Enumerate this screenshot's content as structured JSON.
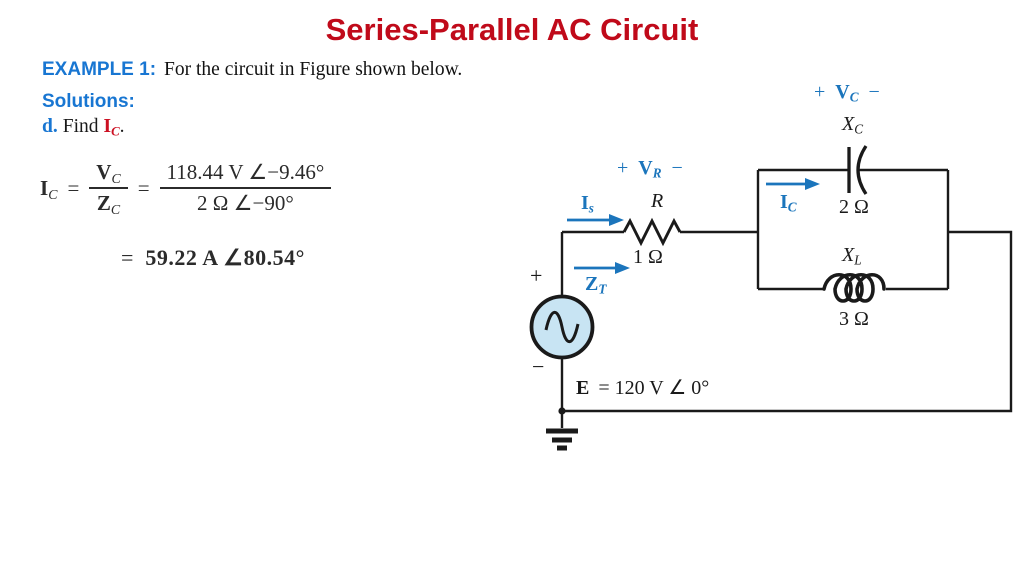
{
  "title": "Series-Parallel AC Circuit",
  "colors": {
    "title_red": "#C00A1A",
    "heading_blue": "#1876D2",
    "circuit_blue": "#1B75BC",
    "symbol_red": "#CC1022",
    "source_fill": "#C8E4F3",
    "stroke": "#1a1a1a"
  },
  "example": {
    "label": "EXAMPLE 1:",
    "text": "For the circuit in Figure shown below."
  },
  "solutions_label": "Solutions:",
  "find": {
    "item": "d.",
    "verb": "Find",
    "symbol_main": "I",
    "symbol_sub": "C",
    "period": "."
  },
  "equation": {
    "lhs_main": "I",
    "lhs_sub": "C",
    "eq1": "=",
    "frac1": {
      "num_main": "V",
      "num_sub": "C",
      "den_main": "Z",
      "den_sub": "C"
    },
    "eq2": "=",
    "frac2": {
      "num": "118.44 V ∠−9.46°",
      "den": "2 Ω ∠−90°"
    },
    "result_eq": "=",
    "result": "59.22 A ∠80.54°"
  },
  "circuit": {
    "is": {
      "main": "I",
      "sub": "s"
    },
    "zt": {
      "main": "Z",
      "sub": "T"
    },
    "vr": {
      "plus": "+",
      "main": "V",
      "sub": "R",
      "minus": "−"
    },
    "r": {
      "name": "R",
      "value": "1 Ω"
    },
    "source": {
      "plus": "+",
      "minus": "−",
      "e_main": "E",
      "e_value": "= 120 V ∠ 0°"
    },
    "vc": {
      "plus": "+",
      "main": "V",
      "sub": "C",
      "minus": "−"
    },
    "xc": {
      "main": "X",
      "sub": "C",
      "value": "2 Ω"
    },
    "ic": {
      "main": "I",
      "sub": "C"
    },
    "xl": {
      "main": "X",
      "sub": "L",
      "value": "3 Ω"
    }
  }
}
